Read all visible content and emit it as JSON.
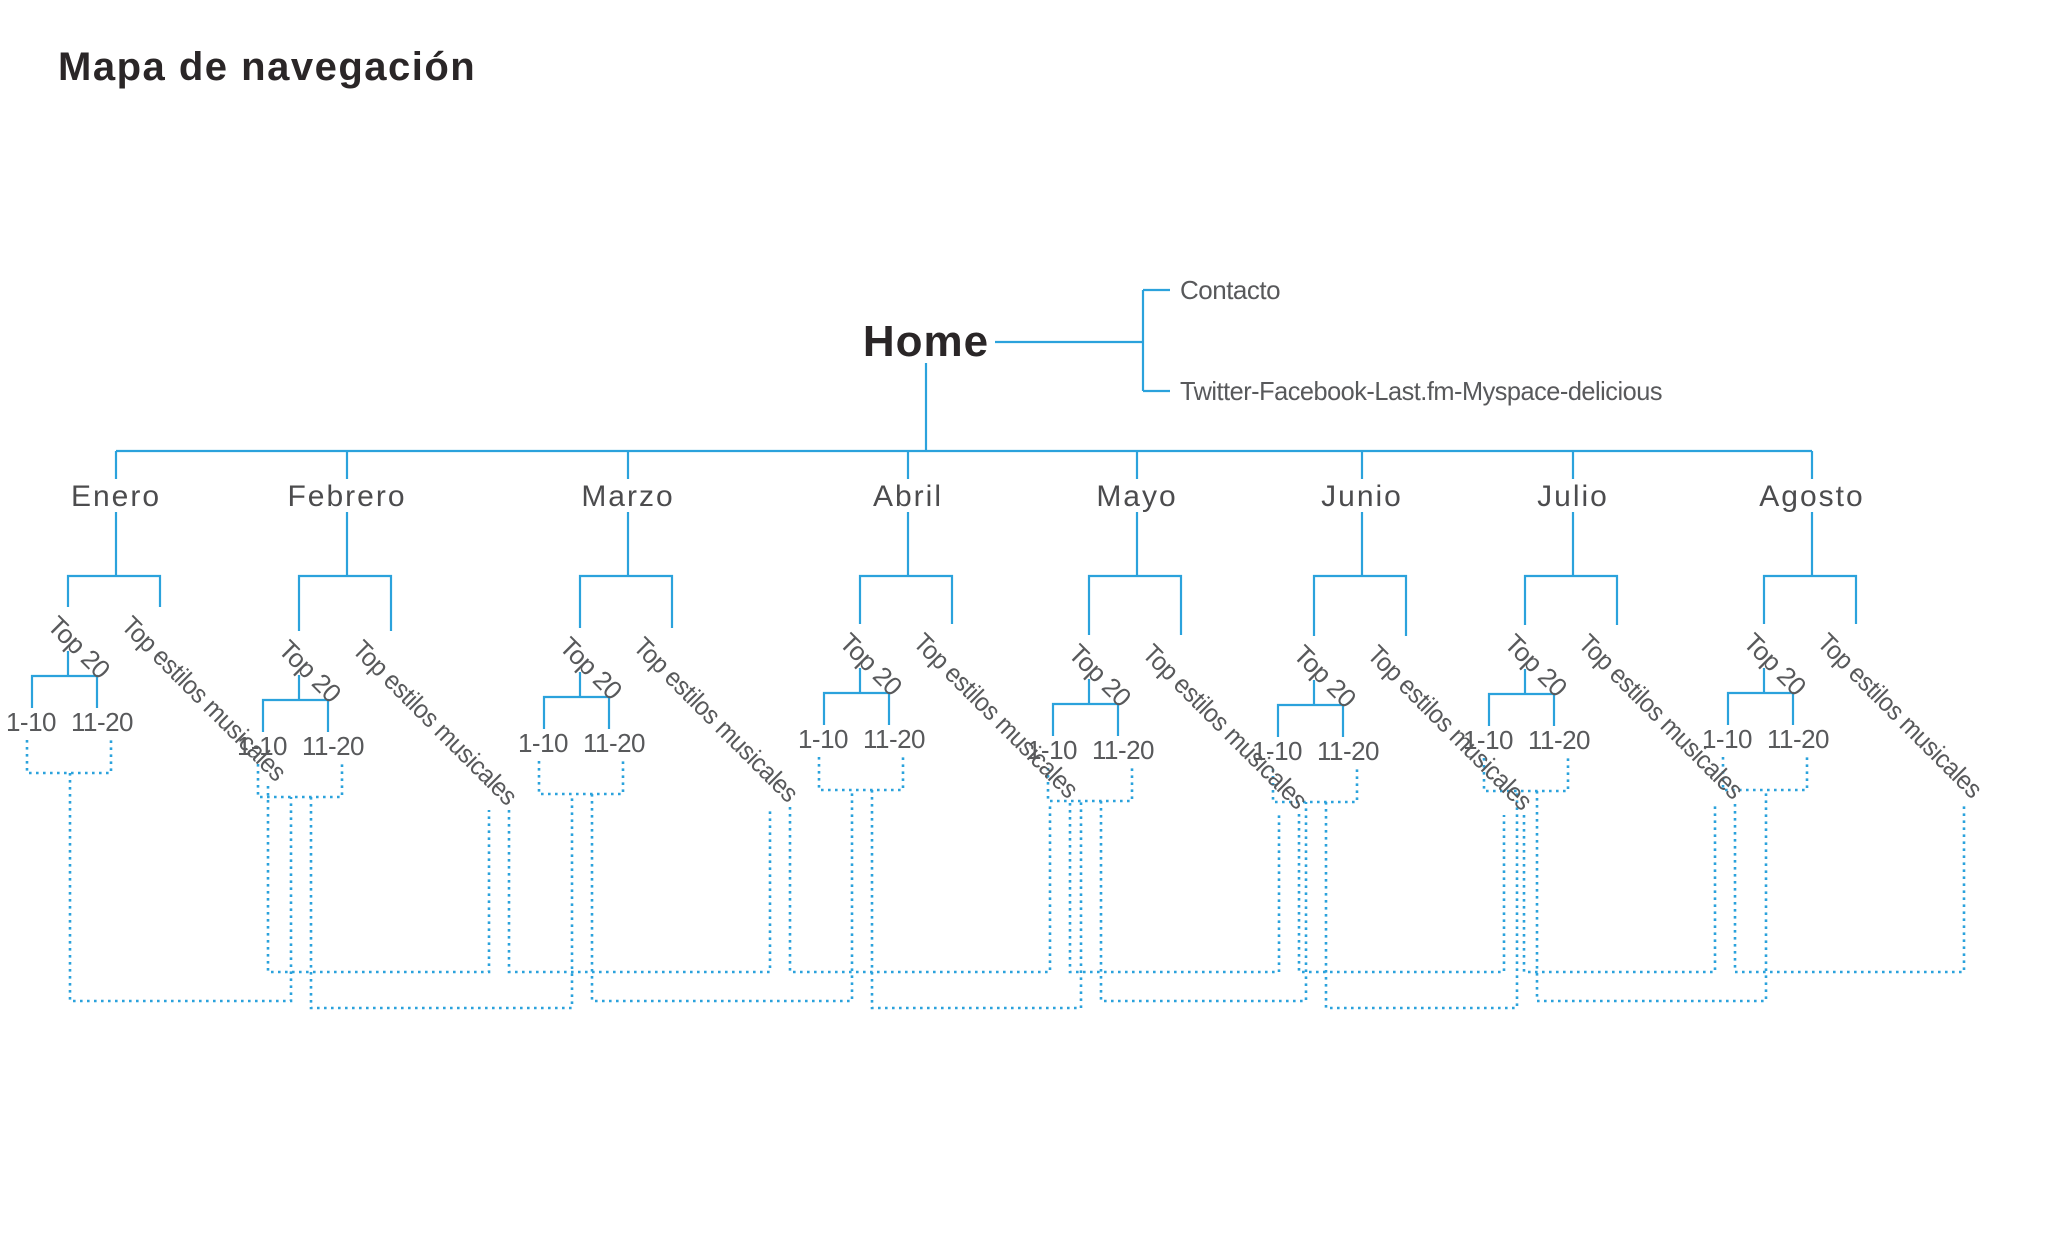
{
  "title": "Mapa de navegación",
  "home": {
    "label": "Home",
    "links": [
      {
        "label": "Contacto"
      },
      {
        "label": "Twitter-Facebook-Last.fm-Myspace-delicious"
      }
    ]
  },
  "months": [
    {
      "label": "Enero"
    },
    {
      "label": "Febrero"
    },
    {
      "label": "Marzo"
    },
    {
      "label": "Abril"
    },
    {
      "label": "Mayo"
    },
    {
      "label": "Junio"
    },
    {
      "label": "Julio"
    },
    {
      "label": "Agosto"
    }
  ],
  "labels": {
    "top20": "Top 20",
    "estilos": "Top estilos musicales",
    "range1": "1-10",
    "range2": "11-20"
  },
  "colors": {
    "line": "#2BA2DC",
    "label": "#58595B",
    "month": "#4C4C4E",
    "heading": "#2A2627"
  }
}
